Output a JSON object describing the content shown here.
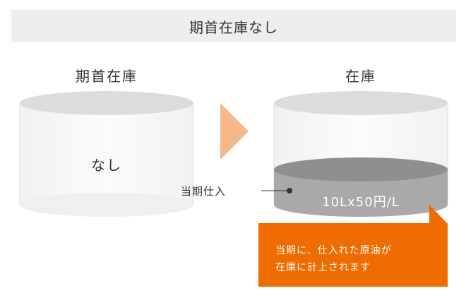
{
  "title": "期首在庫なし",
  "left_cylinder": {
    "label": "期首在庫",
    "content": "なし"
  },
  "right_cylinder": {
    "label": "在庫",
    "purchase_label": "当期仕入",
    "purchase_value": "10Lx50円/L"
  },
  "note": {
    "line1": "当期に、仕入れた原油が",
    "line2": "在庫に計上されます"
  },
  "colors": {
    "accent_orange": "#ee6c00",
    "arrow_peach": "#f5b88a",
    "cylinder_gray": "#e6e6e6",
    "stock_gray": "#a6a6a6"
  }
}
